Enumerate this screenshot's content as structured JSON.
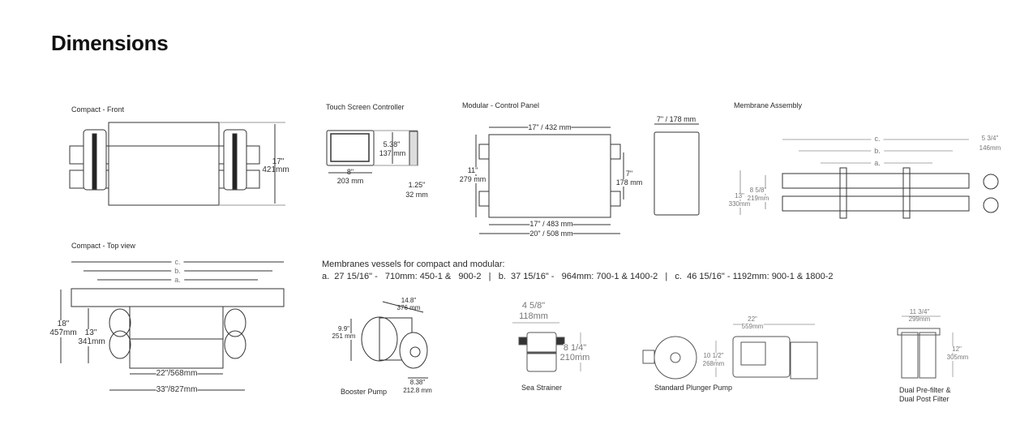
{
  "page": {
    "title": "Dimensions"
  },
  "compact_front": {
    "label": "Compact - Front",
    "height_in": "17\"",
    "height_mm": "421mm"
  },
  "touch_screen": {
    "label": "Touch Screen Controller",
    "height_in": "5.38\"",
    "height_mm": "137 mm",
    "width_in": "8\"",
    "width_mm": "203 mm",
    "depth_in": "1.25\"",
    "depth_mm": "32 mm"
  },
  "control_panel": {
    "label": "Modular - Control Panel",
    "top": "17\" / 432 mm",
    "side": "7\" / 178 mm",
    "height_in": "11\"",
    "height_mm": "279 mm",
    "mount_in": "7\"",
    "mount_mm": "178 mm",
    "bottom1": "17\" / 483 mm",
    "bottom2": "20\" / 508 mm"
  },
  "membrane_assembly": {
    "label": "Membrane Assembly",
    "c": "c.",
    "b": "b.",
    "a": "a.",
    "depth_in": "5 3/4\"",
    "depth_mm": "146mm",
    "spacing_in": "8 5/8\"",
    "spacing_mm": "219mm",
    "height_in": "13\"",
    "height_mm": "330mm"
  },
  "compact_top": {
    "label": "Compact - Top view",
    "c": "c.",
    "b": "b.",
    "a": "a.",
    "depth_in": "18\"",
    "depth_mm": "457mm",
    "inner_in": "13\"",
    "inner_mm": "341mm",
    "width1": "22\"/568mm",
    "width2": "33\"/827mm"
  },
  "vessels": {
    "heading": "Membranes vessels for compact and modular:",
    "line": "a.  27 15/16\" -   710mm: 450-1 &   900-2   |   b.  37 15/16\" -   964mm: 700-1 & 1400-2   |   c.  46 15/16\" - 1192mm: 900-1 & 1800-2"
  },
  "booster_pump": {
    "label": "Booster Pump",
    "length_in": "14.8\"",
    "length_mm": "376 mm",
    "height_in": "9.9\"",
    "height_mm": "251 mm",
    "width_in": "8.38\"",
    "width_mm": "212.8 mm"
  },
  "sea_strainer": {
    "label": "Sea Strainer",
    "width_in": "4 5/8\"",
    "width_mm": "118mm",
    "height_in": "8 1/4\"",
    "height_mm": "210mm"
  },
  "plunger_pump": {
    "label": "Standard Plunger Pump",
    "length_in": "22\"",
    "length_mm": "559mm",
    "height_in": "10 1/2\"",
    "height_mm": "268mm"
  },
  "filters": {
    "label1": "Dual Pre-filter &",
    "label2": "Dual Post Filter",
    "width_in": "11 3/4\"",
    "width_mm": "299mm",
    "height_in": "12\"",
    "height_mm": "305mm"
  }
}
